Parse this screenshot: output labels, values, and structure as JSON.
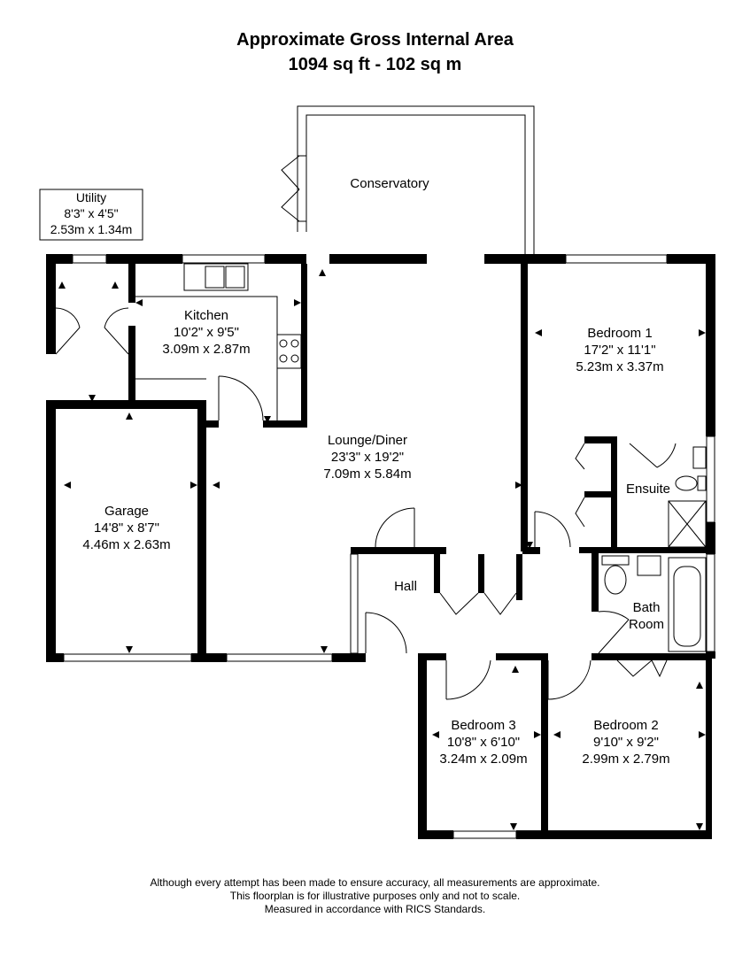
{
  "header": {
    "title": "Approximate Gross Internal Area",
    "area": "1094 sq ft - 102 sq m"
  },
  "rooms": {
    "conservatory": {
      "name": "Conservatory"
    },
    "utility": {
      "name": "Utility",
      "imperial": "8'3\" x 4'5\"",
      "metric": "2.53m x 1.34m"
    },
    "kitchen": {
      "name": "Kitchen",
      "imperial": "10'2\" x 9'5\"",
      "metric": "3.09m x 2.87m"
    },
    "bedroom1": {
      "name": "Bedroom 1",
      "imperial": "17'2\" x 11'1\"",
      "metric": "5.23m x 3.37m"
    },
    "lounge": {
      "name": "Lounge/Diner",
      "imperial": "23'3\" x 19'2\"",
      "metric": "7.09m x 5.84m"
    },
    "ensuite": {
      "name": "Ensuite"
    },
    "garage": {
      "name": "Garage",
      "imperial": "14'8\" x 8'7\"",
      "metric": "4.46m x 2.63m"
    },
    "hall": {
      "name": "Hall"
    },
    "bathroom": {
      "line1": "Bath",
      "line2": "Room"
    },
    "bedroom3": {
      "name": "Bedroom 3",
      "imperial": "10'8\" x 6'10\"",
      "metric": "3.24m x 2.09m"
    },
    "bedroom2": {
      "name": "Bedroom 2",
      "imperial": "9'10\" x 9'2\"",
      "metric": "2.99m x 2.79m"
    }
  },
  "footer": {
    "line1": "Although every attempt has been made to ensure accuracy, all measurements are approximate.",
    "line2": "This floorplan is for illustrative purposes only and not to scale.",
    "line3": "Measured in accordance with RICS Standards."
  }
}
